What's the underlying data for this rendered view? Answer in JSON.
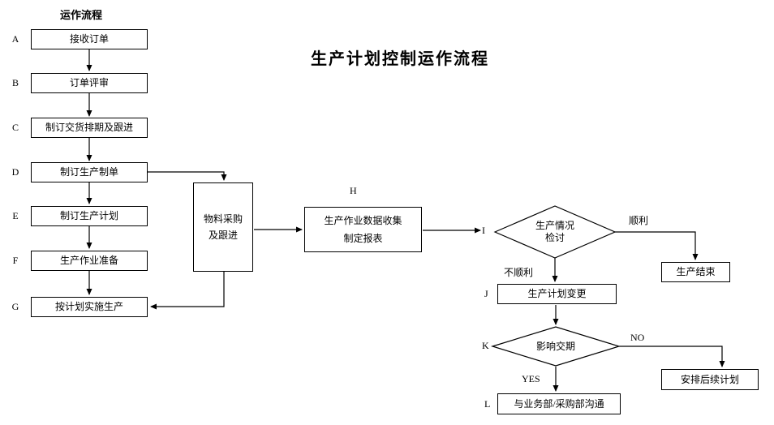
{
  "colors": {
    "line": "#000000",
    "box_fill": "#ffffff",
    "text": "#000000",
    "background": "#ffffff"
  },
  "header": {
    "column_title": "运作流程",
    "page_title": "生产计划控制运作流程"
  },
  "steps": [
    {
      "letter": "A",
      "label": "接收订单"
    },
    {
      "letter": "B",
      "label": "订单评审"
    },
    {
      "letter": "C",
      "label": "制订交货排期及跟进"
    },
    {
      "letter": "D",
      "label": "制订生产制单"
    },
    {
      "letter": "E",
      "label": "制订生产计划"
    },
    {
      "letter": "F",
      "label": "生产作业准备"
    },
    {
      "letter": "G",
      "label": "按计划实施生产"
    }
  ],
  "material_purchase": {
    "line1": "物料采购",
    "line2": "及跟进"
  },
  "data_collection": {
    "letter": "H",
    "line1": "生产作业数据收集",
    "line2": "制定报表"
  },
  "production_review": {
    "letter": "I",
    "line1": "生产情况",
    "line2": "检讨",
    "smooth_label": "顺利",
    "not_smooth_label": "不顺利"
  },
  "production_end": {
    "label": "生产结束"
  },
  "plan_change": {
    "letter": "J",
    "label": "生产计划变更"
  },
  "delivery_impact": {
    "letter": "K",
    "label": "影响交期",
    "yes_label": "YES",
    "no_label": "NO"
  },
  "followup_plan": {
    "label": "安排后续计划"
  },
  "communicate": {
    "letter": "L",
    "label": "与业务部/采购部沟通"
  }
}
